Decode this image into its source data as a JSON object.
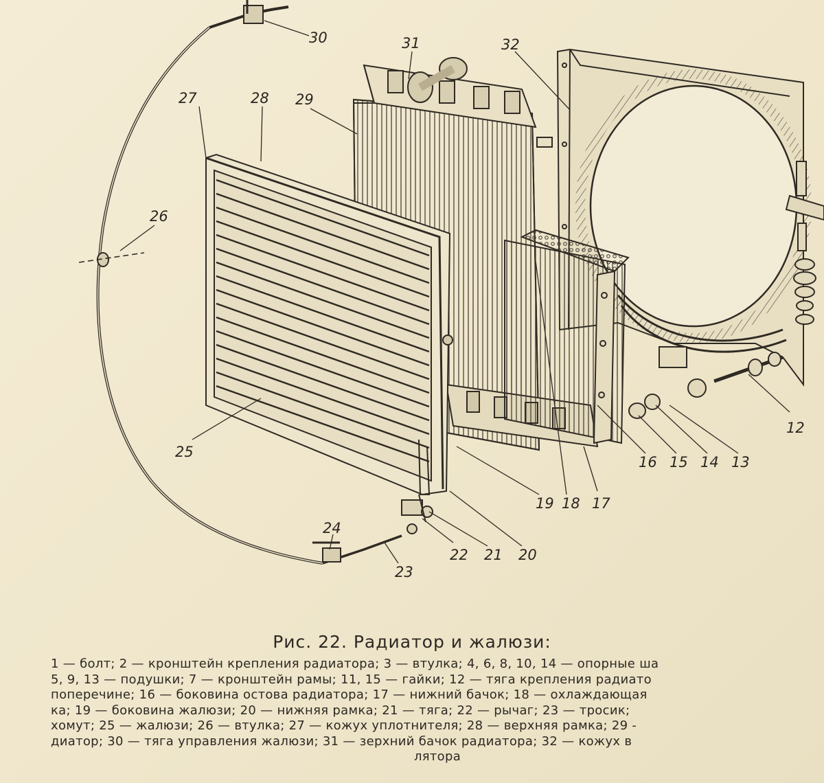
{
  "figure": {
    "caption": "Рис. 22. Радиатор и жалюзи:",
    "callouts": [
      "30",
      "31",
      "32",
      "27",
      "28",
      "29",
      "26",
      "25",
      "24",
      "23",
      "22",
      "21",
      "20",
      "19",
      "18",
      "17",
      "16",
      "15",
      "14",
      "13",
      "12"
    ]
  },
  "legend": {
    "lines": [
      "1 — болт; 2 — кронштейн крепления радиатора; 3 — втулка; 4, 6, 8, 10, 14 — опорные ша",
      "5, 9, 13 — подушки; 7 — кронштейн рамы; 11, 15 — гайки; 12 — тяга крепления радиато",
      "поперечине; 16 — боковина остова радиатора; 17 — нижний бачок; 18 — охлаждающая",
      "ка; 19 — боковина жалюзи; 20 — нижняя рамка; 21 — тяга; 22 — рычаг; 23 — тросик;",
      "хомут; 25 — жалюзи; 26 — втулка; 27 — кожух уплотнителя; 28 — верхняя рамка; 29 -",
      "диатор; 30 — тяга управления жалюзи; 31 — зерхний бачок радиатора; 32 — кожух в",
      "лятора"
    ]
  }
}
